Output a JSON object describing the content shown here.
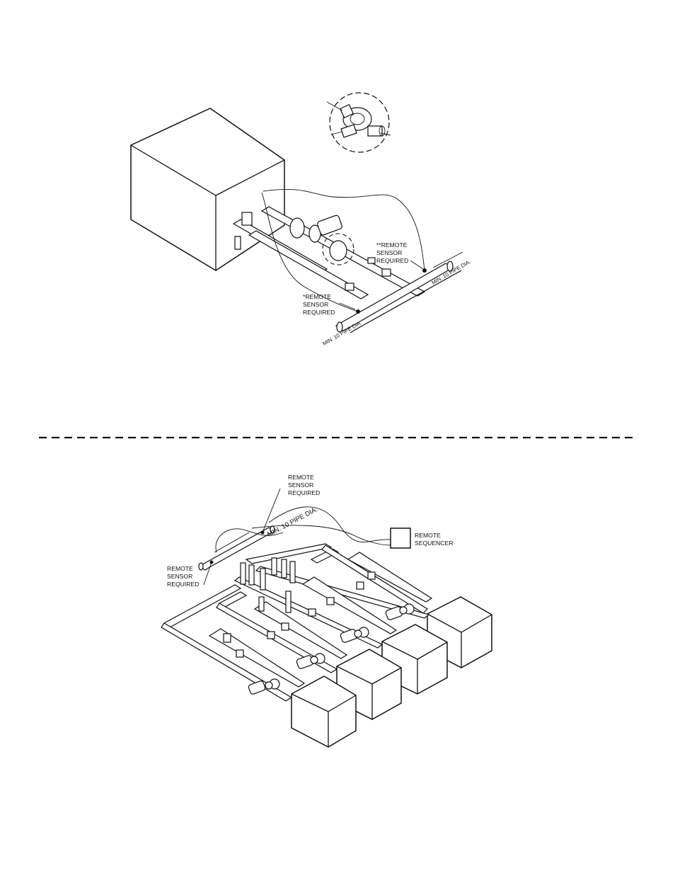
{
  "figure_top": {
    "remote_sensor_a": [
      "**REMOTE",
      "SENSOR",
      "REQUIRED"
    ],
    "remote_sensor_b": [
      "*REMOTE",
      "SENSOR",
      "REQUIRED"
    ],
    "min_pipe_right": "MIN. 10 PIPE DIA.",
    "min_pipe_left": "MIN. 10 PIPE DIA."
  },
  "figure_bottom": {
    "remote_sensor_top": [
      "REMOTE",
      "SENSOR",
      "REQUIRED"
    ],
    "remote_sensor_left": [
      "REMOTE",
      "SENSOR",
      "REQUIRED"
    ],
    "min_pipe": "MIN. 10 PIPE DIA.",
    "sequencer": [
      "REMOTE",
      "SEQUENCER"
    ]
  }
}
